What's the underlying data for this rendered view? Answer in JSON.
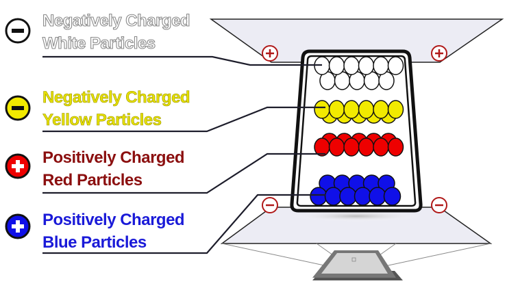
{
  "title": "Particle charge diagram",
  "legend": [
    {
      "line1": "Negatively Charged",
      "line2": "White Particles",
      "charge": "negative",
      "color": "#ffffff"
    },
    {
      "line1": "Negatively Charged",
      "line2": "Yellow Particles",
      "charge": "negative",
      "color": "#f2ea00"
    },
    {
      "line1": "Positively Charged",
      "line2": "Red Particles",
      "charge": "positive",
      "color": "#ee0000"
    },
    {
      "line1": "Positively Charged",
      "line2": "Blue Particles",
      "charge": "positive",
      "color": "#1010e8"
    }
  ],
  "electrodes": {
    "top": "positive",
    "bottom": "negative"
  },
  "colors": {
    "panel": "#ececf4",
    "electrode_ring": "#b01818",
    "outline": "#111111"
  }
}
